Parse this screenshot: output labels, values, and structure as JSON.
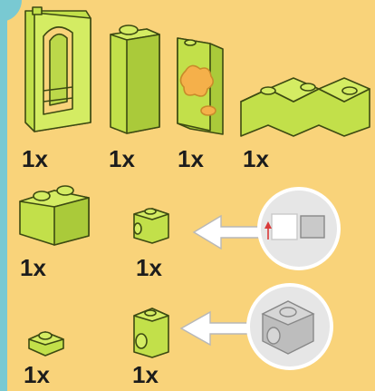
{
  "parts": [
    {
      "id": "window-frame",
      "qty": "1x"
    },
    {
      "id": "brick-1x1x3",
      "qty": "1x"
    },
    {
      "id": "panel-decorated",
      "qty": "1x"
    },
    {
      "id": "brick-corner-zigzag",
      "qty": "1x"
    },
    {
      "id": "brick-1x2",
      "qty": "1x"
    },
    {
      "id": "brick-1x1-stud-side",
      "qty": "1x"
    },
    {
      "id": "plate-1x1-round",
      "qty": "1x"
    },
    {
      "id": "brick-1x1-stud-side-2",
      "qty": "1x"
    }
  ],
  "colors": {
    "background": "#f9d37a",
    "border": "#79c9d2",
    "lime": "#c2e04a",
    "lime_dark": "#8fad2a",
    "callout": "#e6e6e6",
    "accent": "#d93a3a"
  },
  "icons": [
    "arrow-left-icon",
    "callout-detail-icon"
  ]
}
